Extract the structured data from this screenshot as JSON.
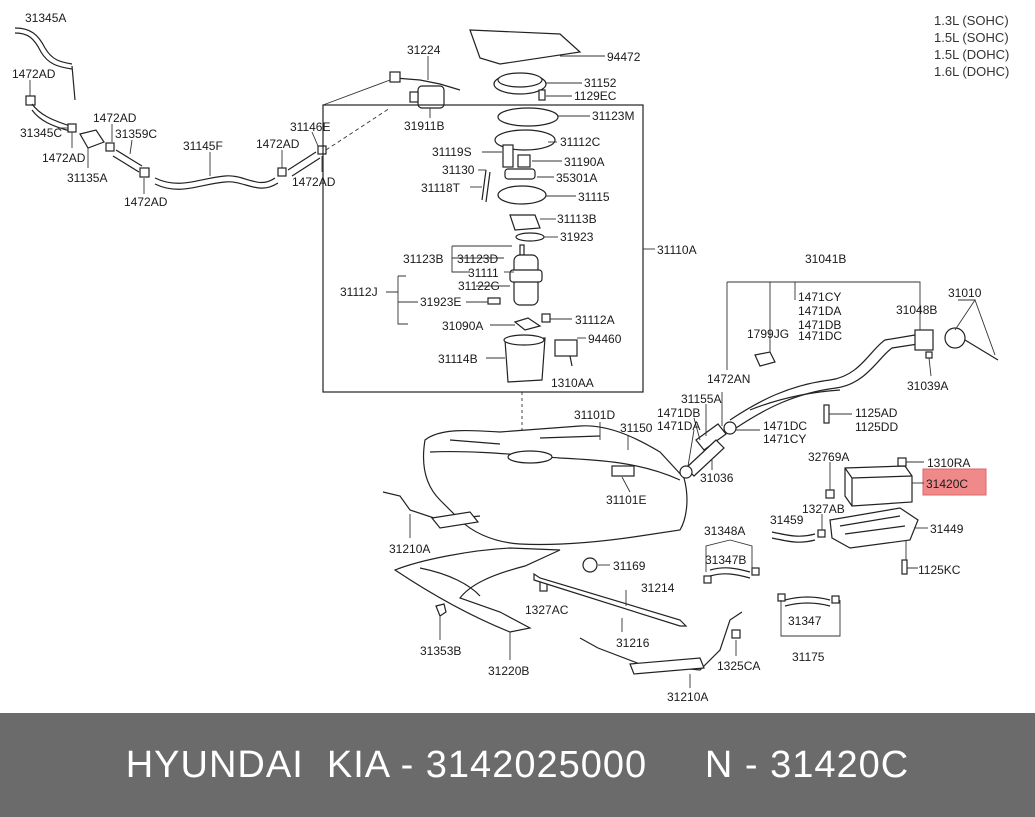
{
  "engines": [
    "1.3L (SOHC)",
    "1.5L (SOHC)",
    "1.5L (DOHC)",
    "1.6L (DOHC)"
  ],
  "highlight_color": "#f08a8a",
  "footer_bg": "#6b6b6b",
  "footer_text": "HYUNDAI  KIA - 3142025000     N - 31420C",
  "labels": {
    "l31345A": "31345A",
    "l1472AD_a": "1472AD",
    "l31345C": "31345C",
    "l1472AD_b": "1472AD",
    "l1472AD_c": "1472AD",
    "l31359C": "31359C",
    "l31135A": "31135A",
    "l1472AD_d": "1472AD",
    "l31145F": "31145F",
    "l1472AD_e": "1472AD",
    "l31146E": "31146E",
    "l1472AD_f": "1472AD",
    "l31224": "31224",
    "l31911B": "31911B",
    "l94472": "94472",
    "l31152": "31152",
    "l1129EC": "1129EC",
    "l31123M": "31123M",
    "l31112C": "31112C",
    "l31119S": "31119S",
    "l31190A": "31190A",
    "l31130": "31130",
    "l35301A": "35301A",
    "l31118T": "31118T",
    "l31115": "31115",
    "l31113B": "31113B",
    "l31923": "31923",
    "l31110A": "31110A",
    "l31123B": "31123B",
    "l31123D": "31123D",
    "l31111": "31111",
    "l31122G": "31122G",
    "l31112J": "31112J",
    "l31923E": "31923E",
    "l31112A": "31112A",
    "l31090A": "31090A",
    "l94460": "94460",
    "l31114B": "31114B",
    "l1310AA": "1310AA",
    "l31041B": "31041B",
    "l31010": "31010",
    "l1471CY_a": "1471CY",
    "l1471DA_a": "1471DA",
    "l1471DB_a": "1471DB",
    "l1471DC_a": "1471DC",
    "l31048B": "31048B",
    "l1799JG": "1799JG",
    "l31039A": "31039A",
    "l1472AN": "1472AN",
    "l31155A": "31155A",
    "l1471DB_b": "1471DB",
    "l1471DA_b": "1471DA",
    "l1125AD": "1125AD",
    "l1125DD": "1125DD",
    "l31101D": "31101D",
    "l31150": "31150",
    "l1471DC_b": "1471DC",
    "l1471CY_b": "1471CY",
    "l31036": "31036",
    "l32769A": "32769A",
    "l1310RA": "1310RA",
    "l31420C": "31420C",
    "l31101E": "31101E",
    "l1327AB": "1327AB",
    "l31459": "31459",
    "l31449": "31449",
    "l31348A": "31348A",
    "l31347B": "31347B",
    "l1125KC": "1125KC",
    "l31210A_a": "31210A",
    "l31169": "31169",
    "l31214": "31214",
    "l1327AC": "1327AC",
    "l31216": "31216",
    "l31347": "31347",
    "l31175": "31175",
    "l31353B": "31353B",
    "l31220B": "31220B",
    "l1325CA": "1325CA",
    "l31210A_b": "31210A"
  }
}
